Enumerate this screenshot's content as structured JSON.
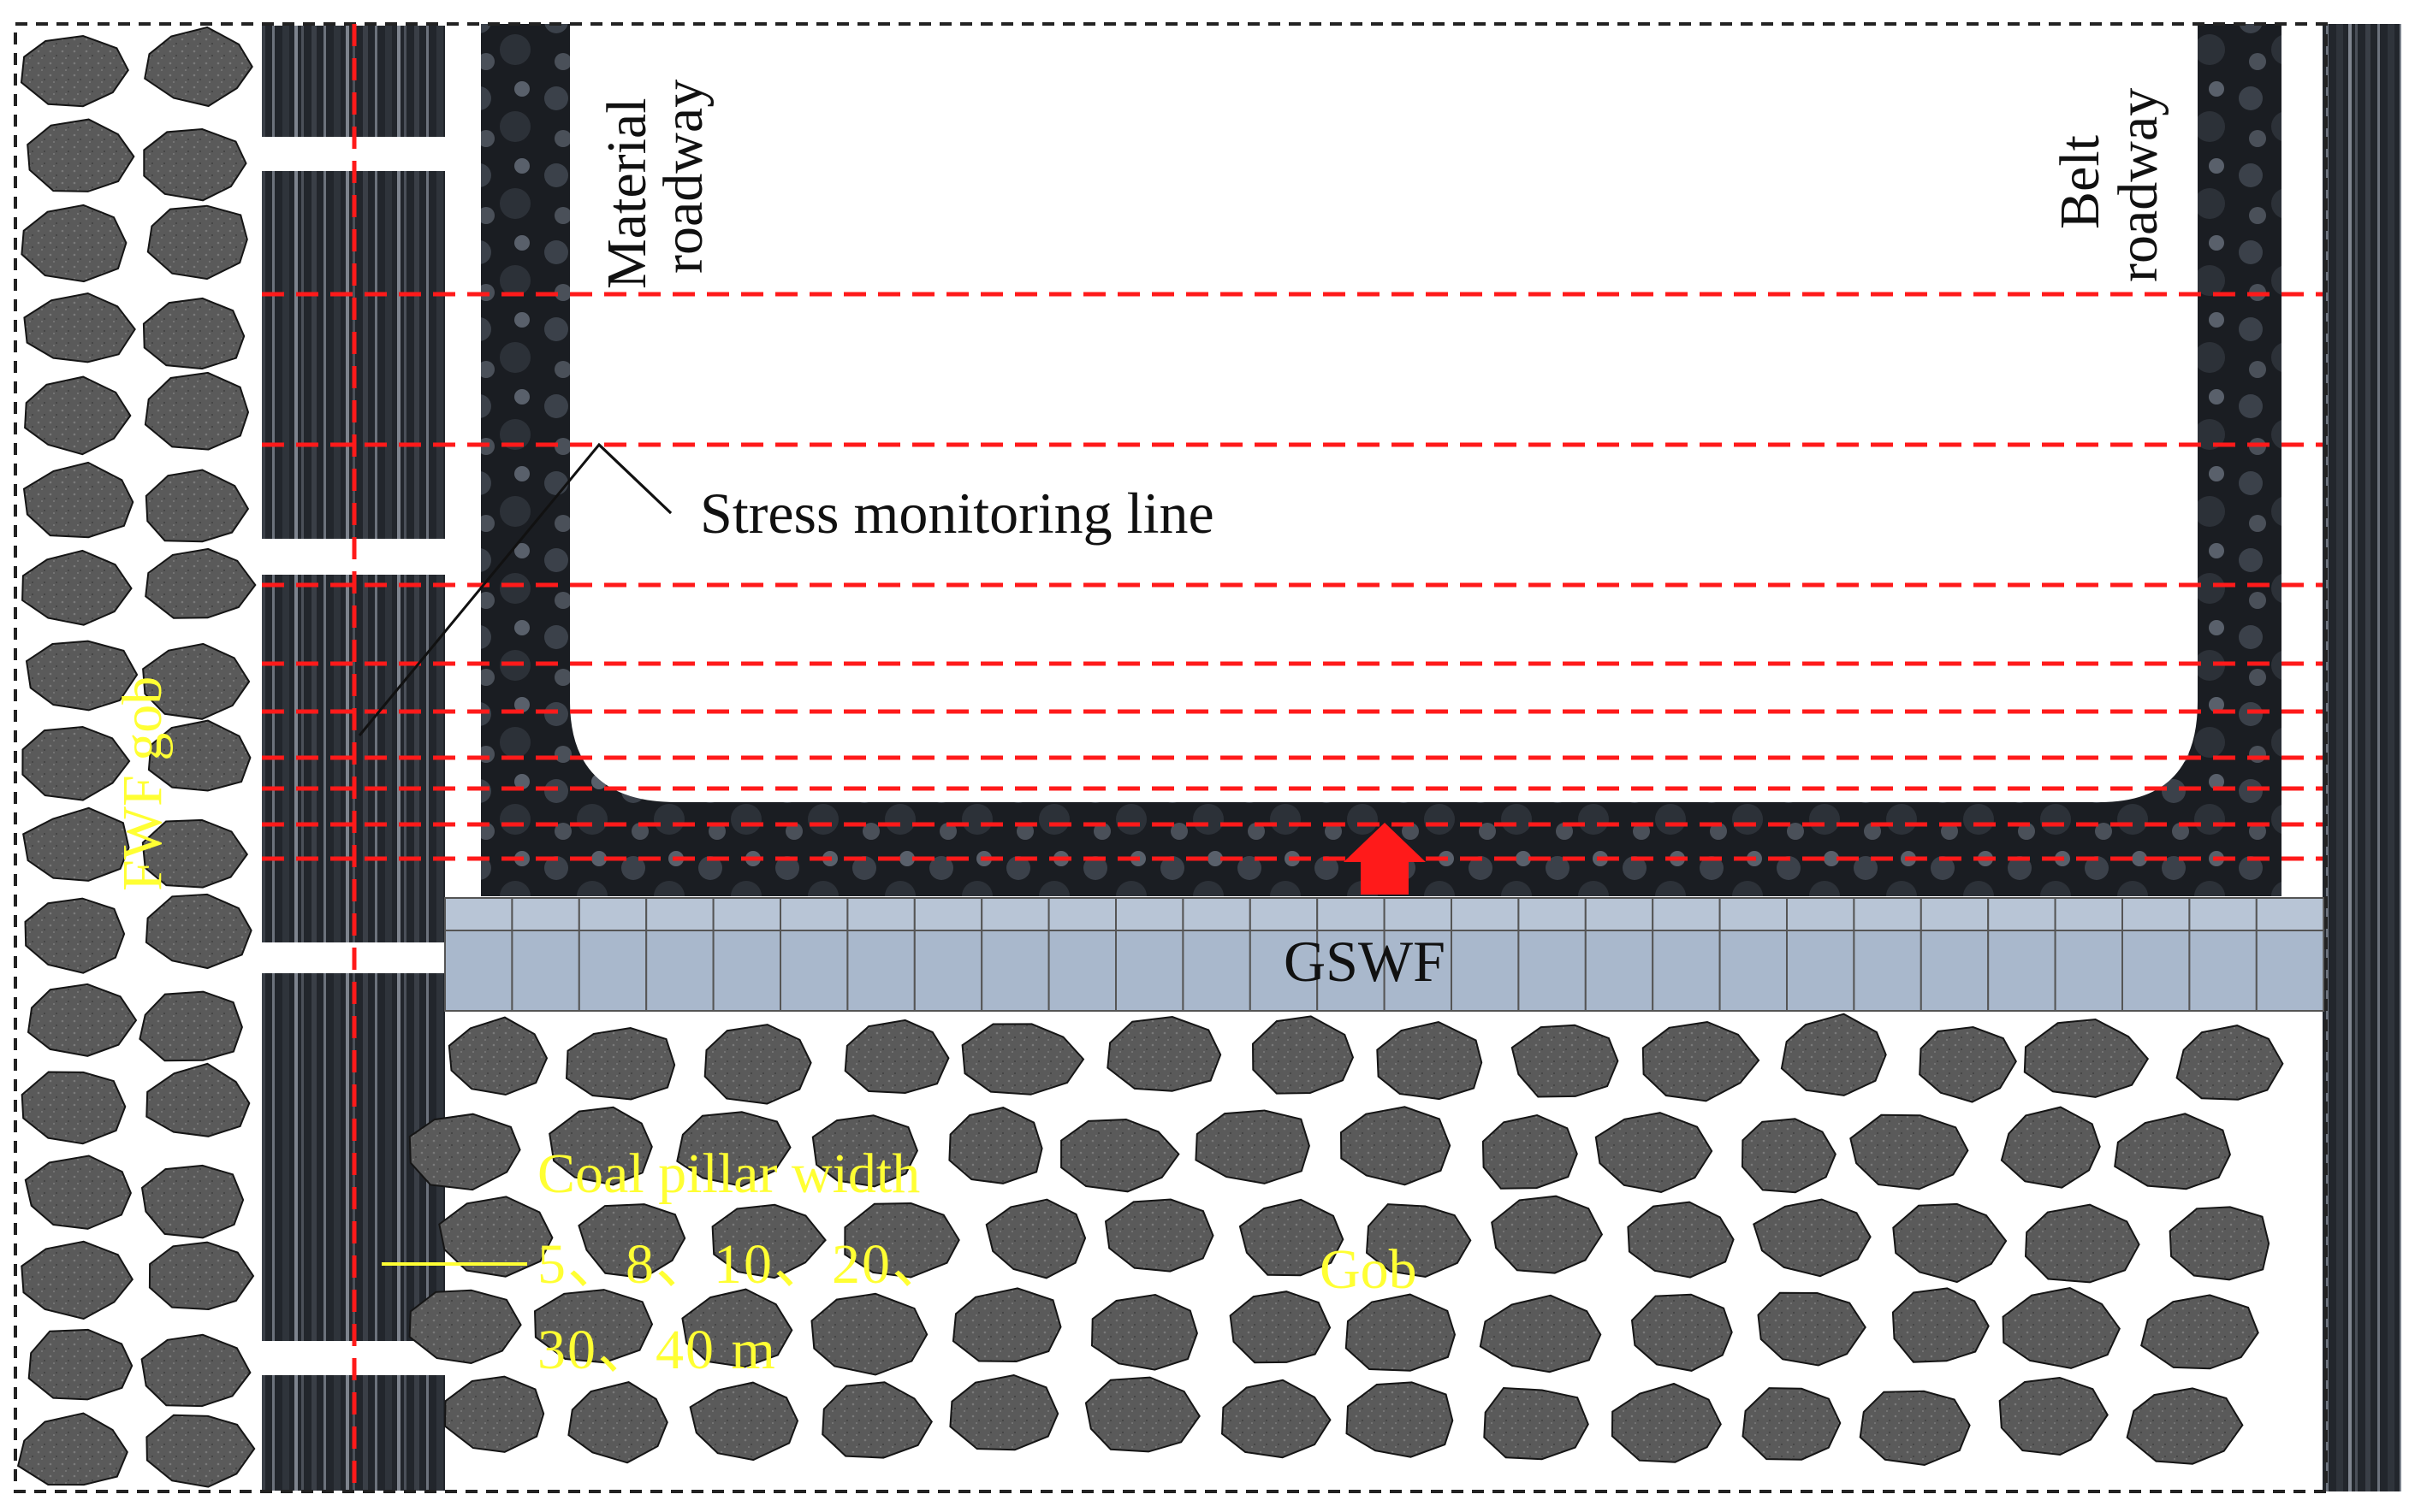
{
  "labels": {
    "material_roadway": [
      "Material",
      "roadway"
    ],
    "belt_roadway": [
      "Belt",
      "roadway"
    ],
    "stress_monitoring_line": "Stress monitoring line",
    "fwf_gob": "FWF gob",
    "gswf": "GSWF",
    "gob": "Gob",
    "coal_pillar_title": "Coal pillar width",
    "coal_pillar_values_1": "5、8、10、20、",
    "coal_pillar_values_2": "30、40 m"
  },
  "colors": {
    "monitoring_line": "#ff1a1a",
    "annotation_yellow": "#ffff33",
    "gswf_fill": "#a9b8cc",
    "rock_fill": "#5e5e5e",
    "roadway_dark": "#1c1f24",
    "coal_dark": "#2a2d33",
    "frame_dash": "#222222",
    "arrow": "#ff1a1a"
  },
  "icons": {
    "advance_direction": "red-up-arrow-icon"
  }
}
